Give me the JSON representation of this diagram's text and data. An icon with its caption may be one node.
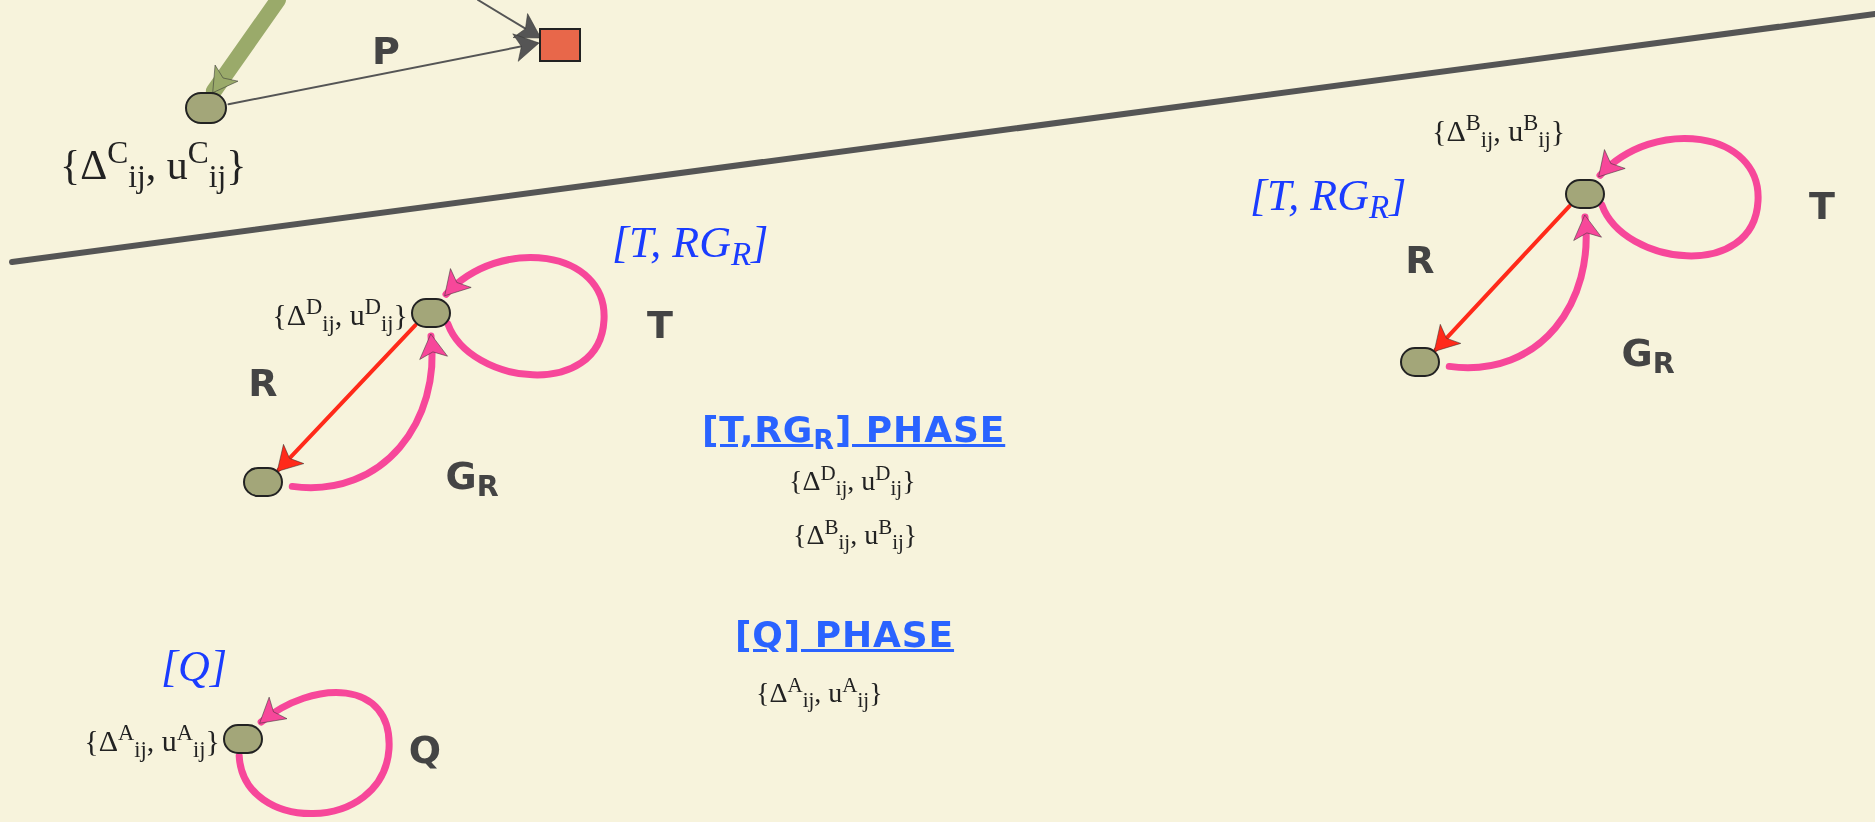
{
  "diagram": {
    "nodes": [
      {
        "text": [],
        "shape": "circle",
        "beside": [
          "{Δ$^{C}$$_{ij}$, u$^{C}$$_{ij}$}"
        ]
      },
      {
        "text": [],
        "shape": "box"
      },
      {
        "text": [],
        "shape": "circle",
        "beside": [
          "{Δ$^{D}$$_{ij}$, u$^{D}$$_{ij}$}",
          "[T, RG$_{R}$]"
        ]
      },
      {
        "text": [],
        "shape": "circle"
      },
      {
        "text": [],
        "shape": "circle",
        "beside": [
          "{Δ$^{B}$$_{ij}$, u$^{B}$$_{ij}$}",
          "[T, RG$_{R}$]"
        ]
      },
      {
        "text": [],
        "shape": "circle"
      },
      {
        "text": [],
        "shape": "circle",
        "beside": [
          "{Δ$^{A}$$_{ij}$, u$^{A}$$_{ij}$}",
          "[Q]"
        ]
      }
    ],
    "edges": [
      {
        "from": null,
        "to": 0,
        "arrow": "to",
        "style": "thick",
        "color": "#9aaa6a"
      },
      {
        "from": null,
        "to": 1,
        "arrow": "to",
        "color": "#555555"
      },
      {
        "from": 0,
        "to": 1,
        "arrow": "to",
        "label": "P",
        "color": "#555555"
      },
      {
        "from": 2,
        "to": 3,
        "arrow": "to",
        "label": "R",
        "color": "#ff2a1a"
      },
      {
        "from": 2,
        "to": 2,
        "arrow": "to",
        "label": "T"
      },
      {
        "from": 3,
        "to": 2,
        "arrow": "to",
        "label": "G$_{R}$"
      },
      {
        "from": 4,
        "to": 5,
        "arrow": "to",
        "label": "R",
        "color": "#ff2a1a"
      },
      {
        "from": 4,
        "to": 4,
        "arrow": "to",
        "label": "T"
      },
      {
        "from": 5,
        "to": 4,
        "arrow": "to",
        "label": "G$_{R}$"
      },
      {
        "from": 6,
        "to": 6,
        "arrow": "to",
        "label": "Q"
      }
    ],
    "labels": [
      "[T,RG$_{R}$] PHASE",
      "{Δ$^{D}$$_{ij}$, u$^{D}$$_{ij}$}",
      "{Δ$^{B}$$_{ij}$, u$^{B}$$_{ij}$}",
      "[Q] PHASE",
      "{Δ$^{A}$$_{ij}$, u$^{A}$$_{ij}$}"
    ]
  }
}
